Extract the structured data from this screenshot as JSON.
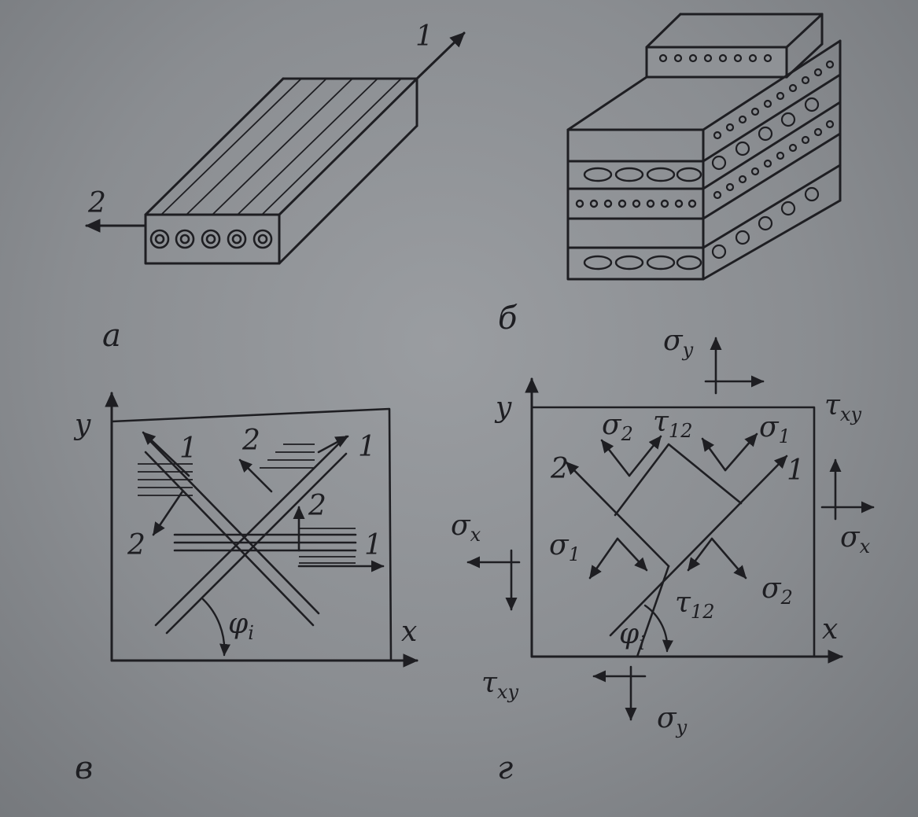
{
  "panels": {
    "a": {
      "caption": "а",
      "axis_1": "1",
      "axis_2": "2"
    },
    "b": {
      "caption": "б"
    },
    "c": {
      "caption": "в",
      "axis_x": "x",
      "axis_y": "y",
      "angle": "φ",
      "angle_sub": "i",
      "labels": [
        "1",
        "2",
        "1",
        "2",
        "2",
        "1"
      ]
    },
    "d": {
      "caption": "г",
      "axis_x": "x",
      "axis_y": "y",
      "sigma": "σ",
      "tau": "τ",
      "sub_x": "x",
      "sub_y": "y",
      "sub_xy": "xy",
      "sub_1": "1",
      "sub_2": "2",
      "sub_12": "12",
      "angle": "φ",
      "angle_sub": "i",
      "dir_1": "1",
      "dir_2": "2"
    }
  }
}
